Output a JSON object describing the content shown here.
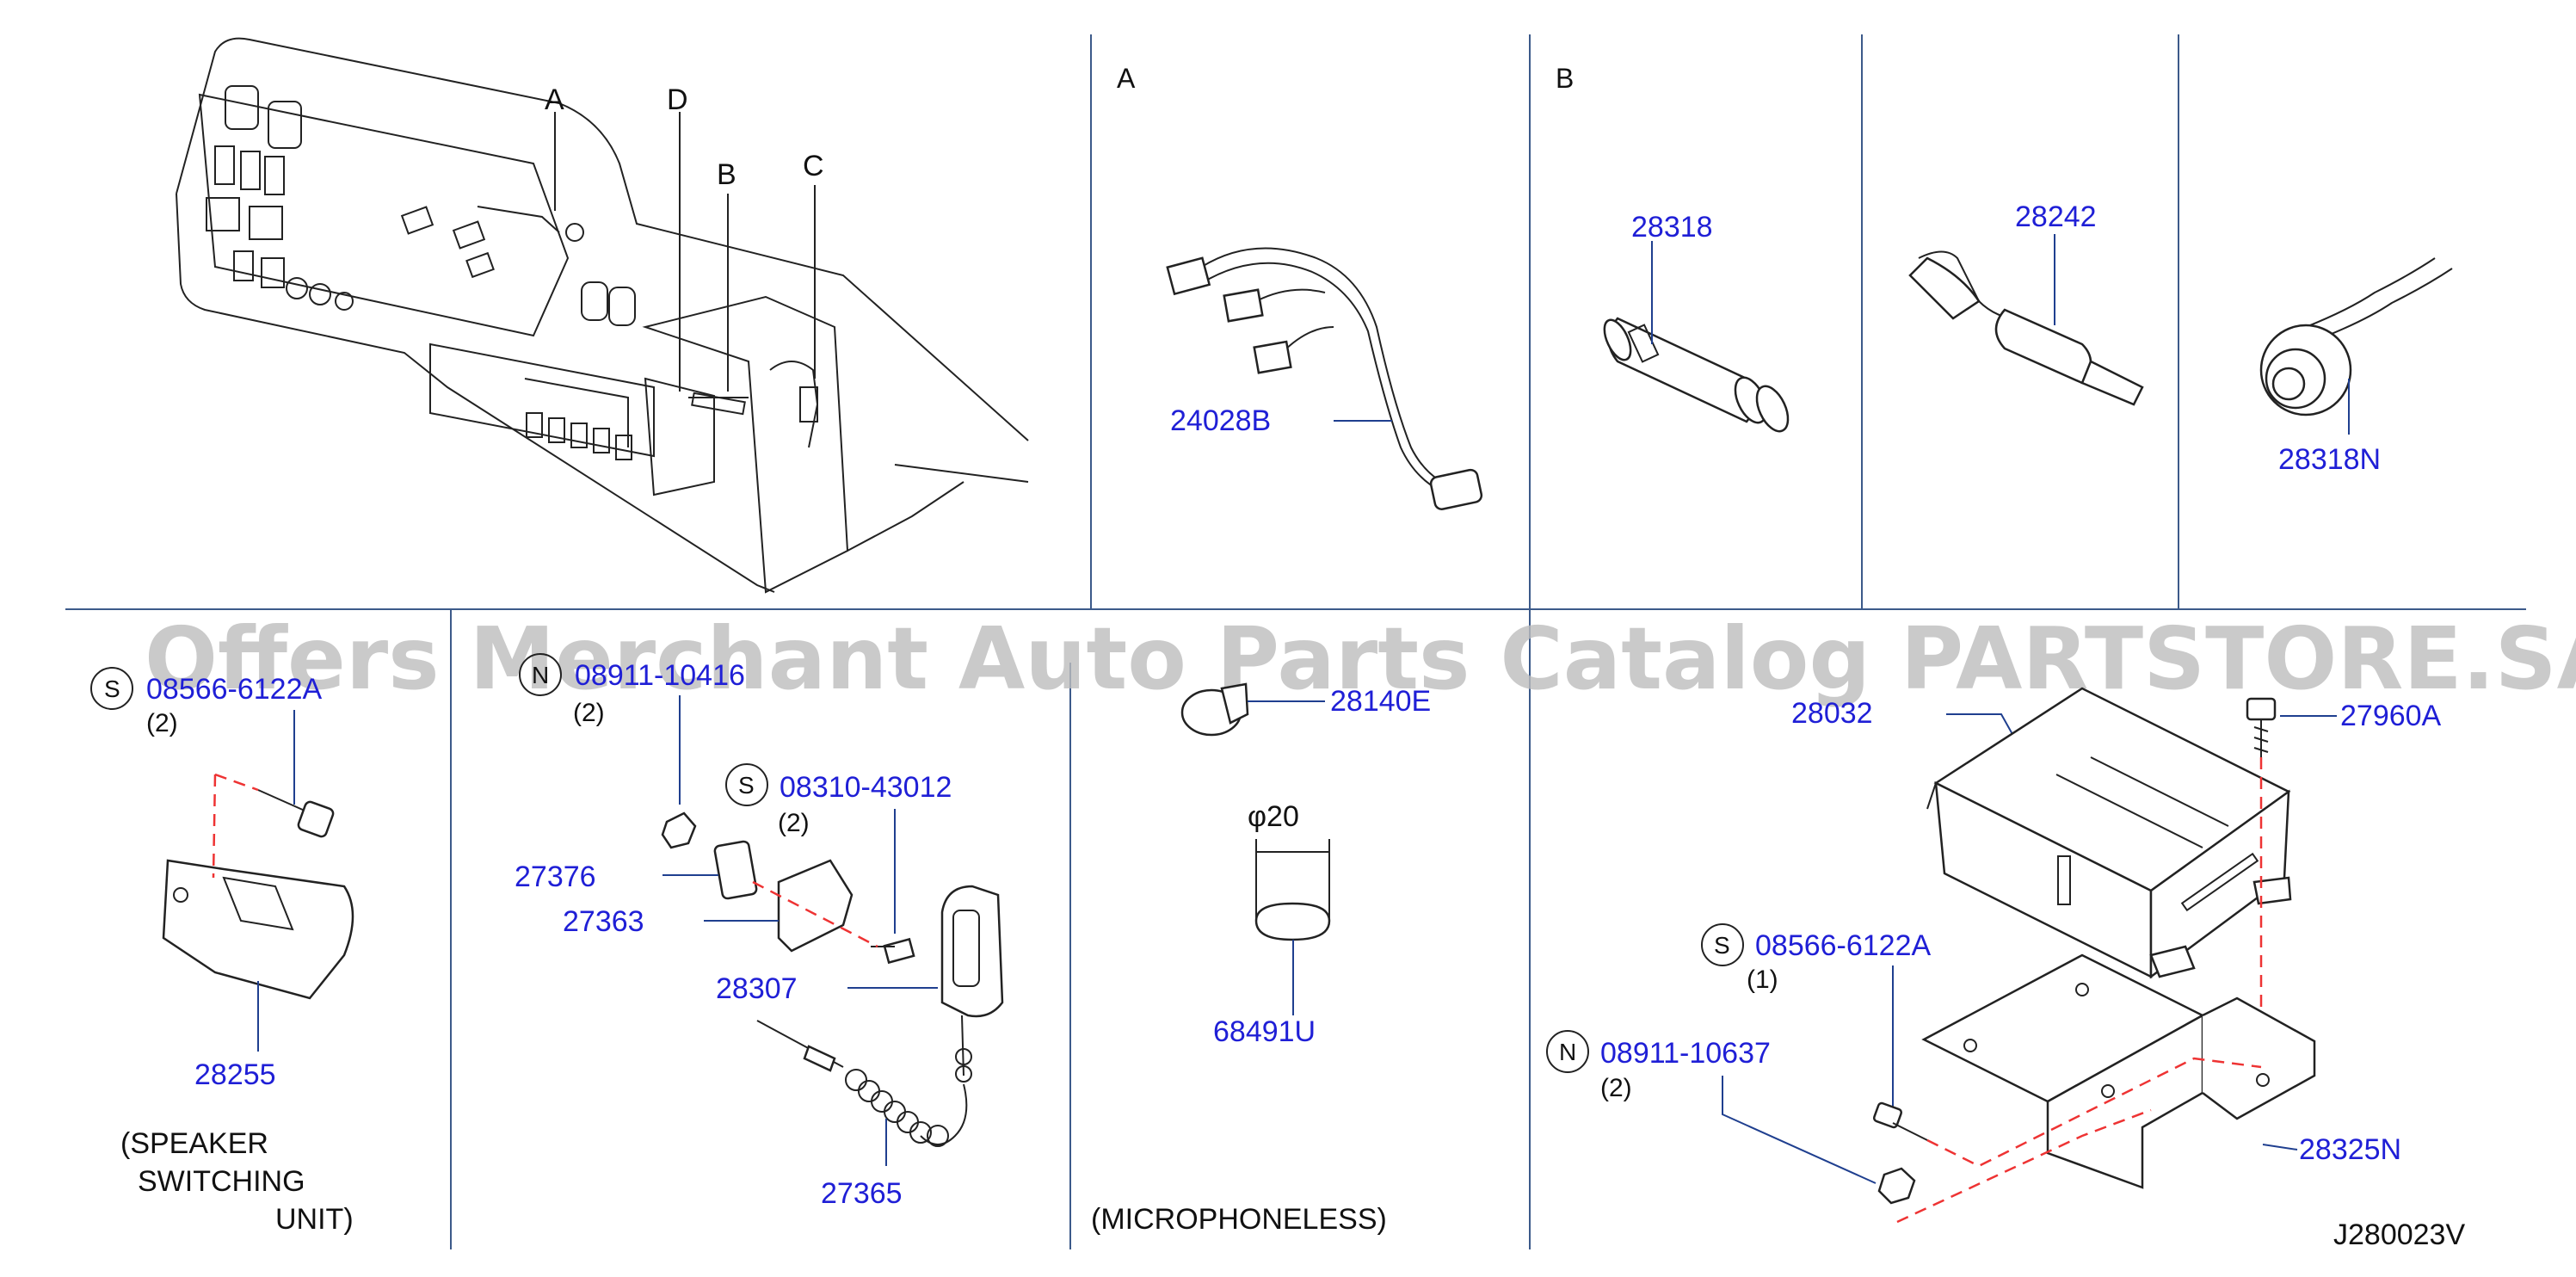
{
  "section_labels": {
    "a": "A",
    "b": "B",
    "c": "C",
    "d": "D",
    "a_panel": "A",
    "b_panel": "B"
  },
  "parts": {
    "p24028B": "24028B",
    "p28318": "28318",
    "p28242": "28242",
    "p28318N": "28318N",
    "p08566_top": "08566-6122A",
    "p28255": "28255",
    "p08911_10416": "08911-10416",
    "p08310": "08310-43012",
    "p27376": "27376",
    "p27363": "27363",
    "p28307": "28307",
    "p27365": "27365",
    "p28140E": "28140E",
    "p68491U": "68491U",
    "p28032": "28032",
    "p27960A": "27960A",
    "p08566_bottom": "08566-6122A",
    "p08911_10637": "08911-10637",
    "p28325N": "28325N"
  },
  "quantities": {
    "q08566_top": "(2)",
    "q08911_10416": "(2)",
    "q08310": "(2)",
    "q08566_bottom": "(1)",
    "q08911_10637": "(2)"
  },
  "symbols": {
    "s": "S",
    "n": "N"
  },
  "dimension": "φ20",
  "notes": {
    "speaker_line1": "(SPEAKER",
    "speaker_line2": "SWITCHING",
    "speaker_line3": "UNIT)",
    "microphoneless": "(MICROPHONELESS)"
  },
  "diagram_code": "J280023V",
  "watermark": "Offers Merchant Auto Parts Catalog PARTSTORE.SA",
  "colors": {
    "part_number": "#1f1fd6",
    "dashed_line": "#e33333",
    "divider": "#3c5a8a"
  }
}
